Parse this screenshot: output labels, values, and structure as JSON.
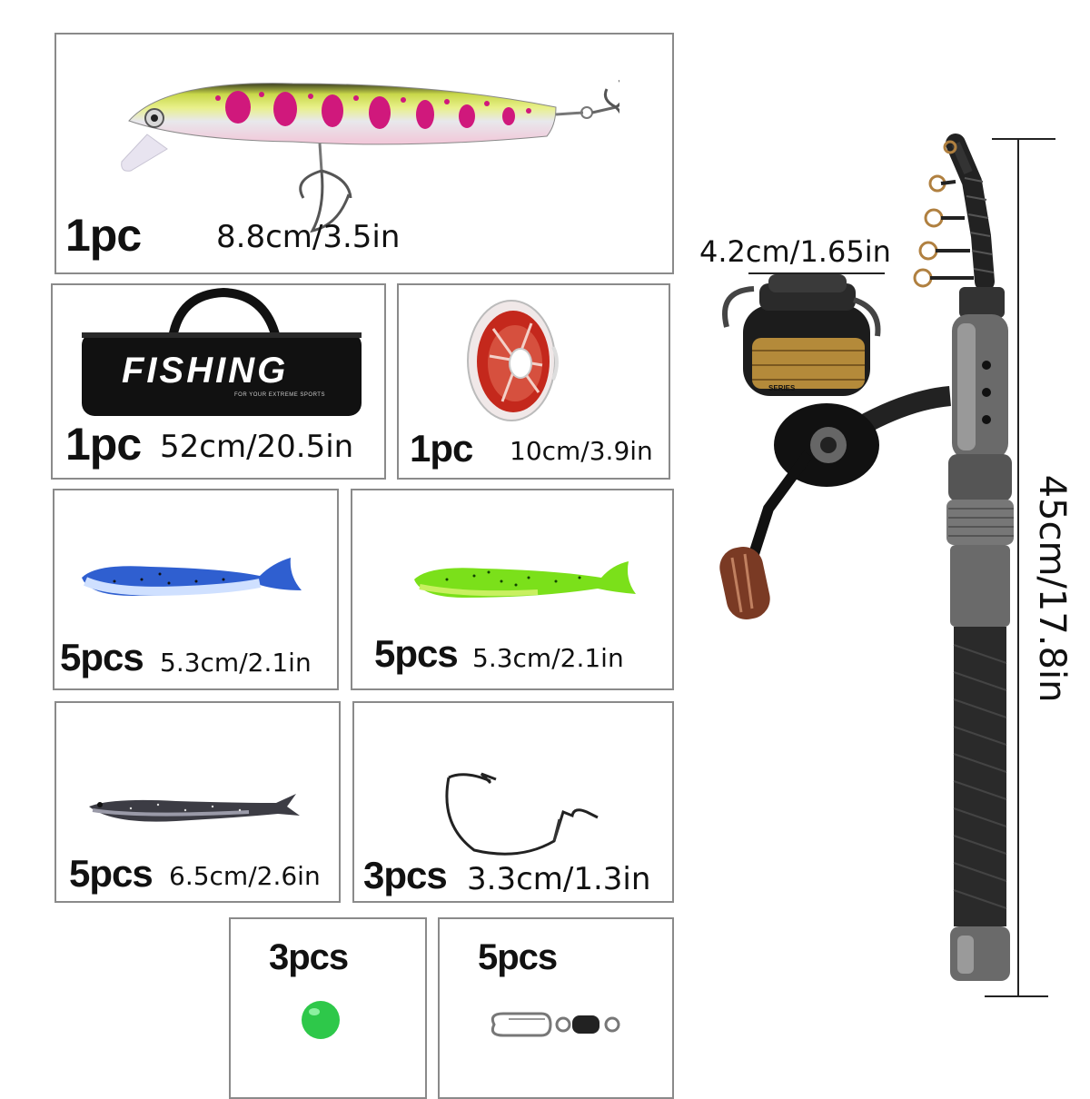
{
  "items": [
    {
      "qty": "1pc",
      "size": "8.8cm/3.5in",
      "icon": "minnow-lure-icon"
    },
    {
      "qty": "1pc",
      "size": "52cm/20.5in",
      "icon": "rod-bag-icon",
      "bag_text": "FISHING",
      "bag_subtext": "FOR YOUR EXTREME SPORTS"
    },
    {
      "qty": "1pc",
      "size": "10cm/3.9in",
      "icon": "fishing-line-spool-icon"
    },
    {
      "qty": "5pcs",
      "size": "5.3cm/2.1in",
      "icon": "blue-soft-bait-icon"
    },
    {
      "qty": "5pcs",
      "size": "5.3cm/2.1in",
      "icon": "green-soft-bait-icon"
    },
    {
      "qty": "5pcs",
      "size": "6.5cm/2.6in",
      "icon": "silver-soft-bait-icon"
    },
    {
      "qty": "3pcs",
      "size": "3.3cm/1.3in",
      "icon": "worm-hook-icon"
    },
    {
      "qty": "3pcs",
      "icon": "bead-icon"
    },
    {
      "qty": "5pcs",
      "icon": "swivel-snap-icon"
    }
  ],
  "rod": {
    "reel_width": "4.2cm/1.65in",
    "length": "45cm/17.8in",
    "icon": "telescopic-rod-reel-icon",
    "reel_label": "SERIES"
  },
  "colors": {
    "border": "#8a8a8a",
    "lure_pink": "#d0187c",
    "lure_yellow": "#d8e860",
    "blue_bait": "#2f5fd0",
    "green_bait": "#7be01a",
    "bead_green": "#2ec84a",
    "line_red": "#c4281c"
  }
}
